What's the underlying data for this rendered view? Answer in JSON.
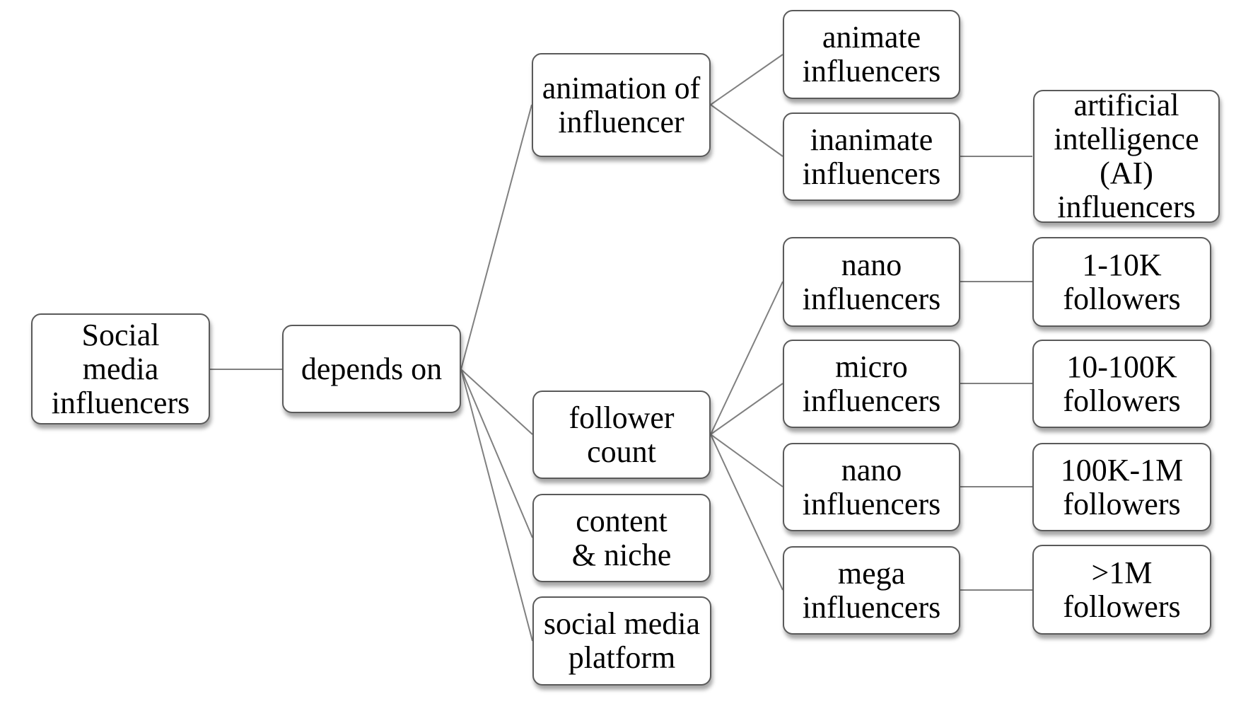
{
  "diagram": {
    "type": "tree",
    "root": "Social media influencers",
    "nodes": {
      "root": "Social\nmedia\ninfluencers",
      "depends": "depends on",
      "animation": "animation of\ninfluencer",
      "follower": "follower\ncount",
      "content": "content\n& niche",
      "platform": "social media\nplatform",
      "animate": "animate\ninfluencers",
      "inanimate": "inanimate\ninfluencers",
      "ai": "artificial\nintelligence\n(AI)\ninfluencers",
      "nano1": "nano\ninfluencers",
      "micro": "micro\ninfluencers",
      "nano2": "nano\ninfluencers",
      "mega": "mega\ninfluencers",
      "f1": "1-10K\nfollowers",
      "f2": "10-100K\nfollowers",
      "f3": "100K-1M\nfollowers",
      "f4": ">1M\nfollowers"
    },
    "edges": [
      [
        "root",
        "depends"
      ],
      [
        "depends",
        "animation"
      ],
      [
        "depends",
        "follower"
      ],
      [
        "depends",
        "content"
      ],
      [
        "depends",
        "platform"
      ],
      [
        "animation",
        "animate"
      ],
      [
        "animation",
        "inanimate"
      ],
      [
        "inanimate",
        "ai"
      ],
      [
        "follower",
        "nano1"
      ],
      [
        "follower",
        "micro"
      ],
      [
        "follower",
        "nano2"
      ],
      [
        "follower",
        "mega"
      ],
      [
        "nano1",
        "f1"
      ],
      [
        "micro",
        "f2"
      ],
      [
        "nano2",
        "f3"
      ],
      [
        "mega",
        "f4"
      ]
    ]
  }
}
